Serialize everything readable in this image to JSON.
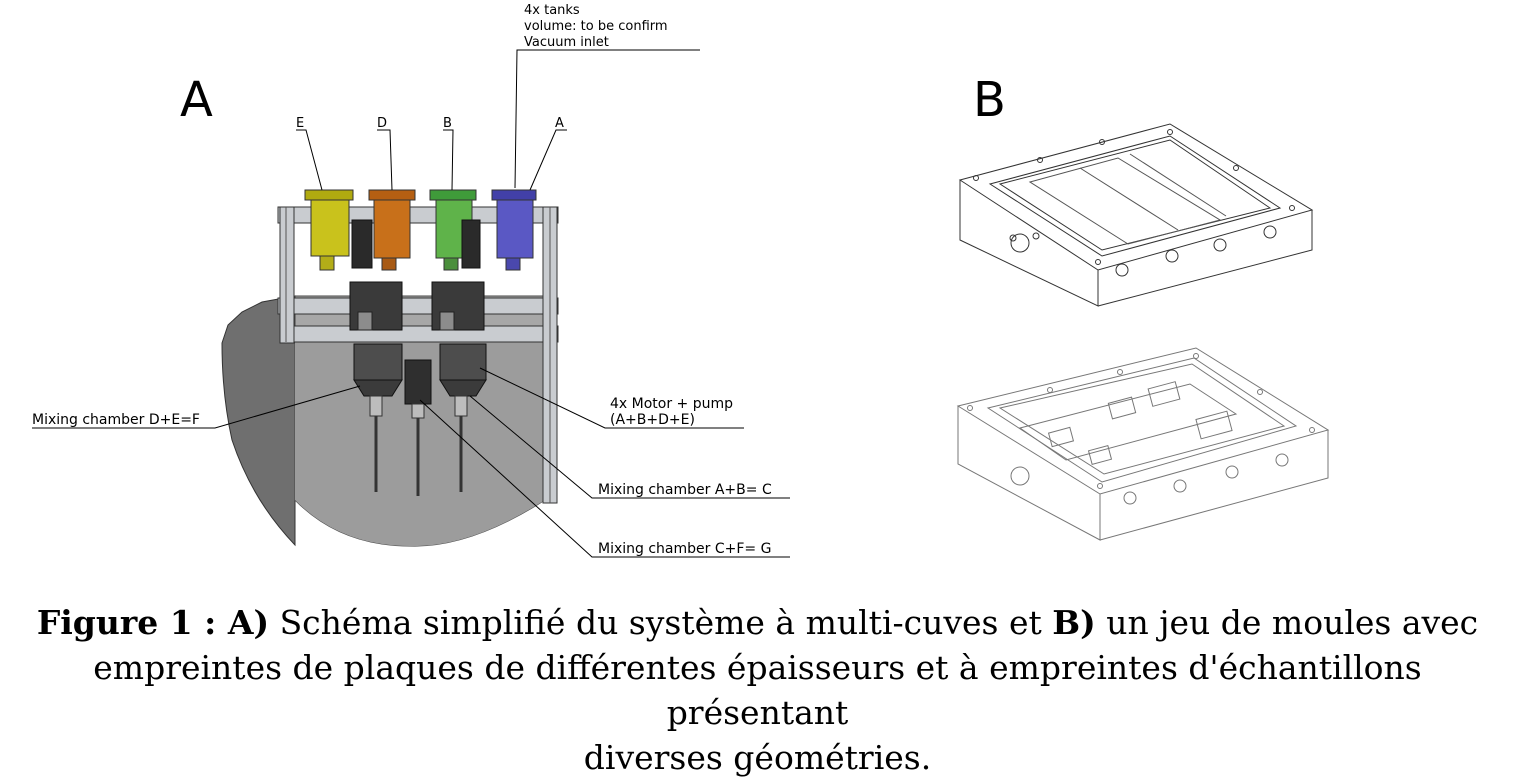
{
  "panels": {
    "a": {
      "letter": "A",
      "tank_labels": [
        "E",
        "D",
        "B",
        "A"
      ],
      "callout_tanks": [
        "4x tanks",
        "volume: to be confirm",
        "Vacuum inlet"
      ],
      "callout_motor": [
        "4x Motor + pump",
        "(A+B+D+E)"
      ],
      "callout_mixing_def": "Mixing chamber D+E=F",
      "callout_mixing_abc": "Mixing chamber A+B= C",
      "callout_mixing_cfg": "Mixing chamber C+F= G",
      "tank_colors": {
        "E": "#c9c21c",
        "D": "#c8701a",
        "B": "#5fb34a",
        "A": "#5a58c4"
      }
    },
    "b": {
      "letter": "B"
    }
  },
  "caption": {
    "figure_label": "Figure 1 :",
    "part_a_label": "A)",
    "part_a_text": " Schéma simplifié du système à multi-cuves et ",
    "part_b_label": "B)",
    "part_b_text_1": " un jeu de moules avec",
    "line_2": "empreintes de plaques de différentes épaisseurs et à empreintes d'échantillons présentant",
    "line_3": "diverses géométries."
  }
}
